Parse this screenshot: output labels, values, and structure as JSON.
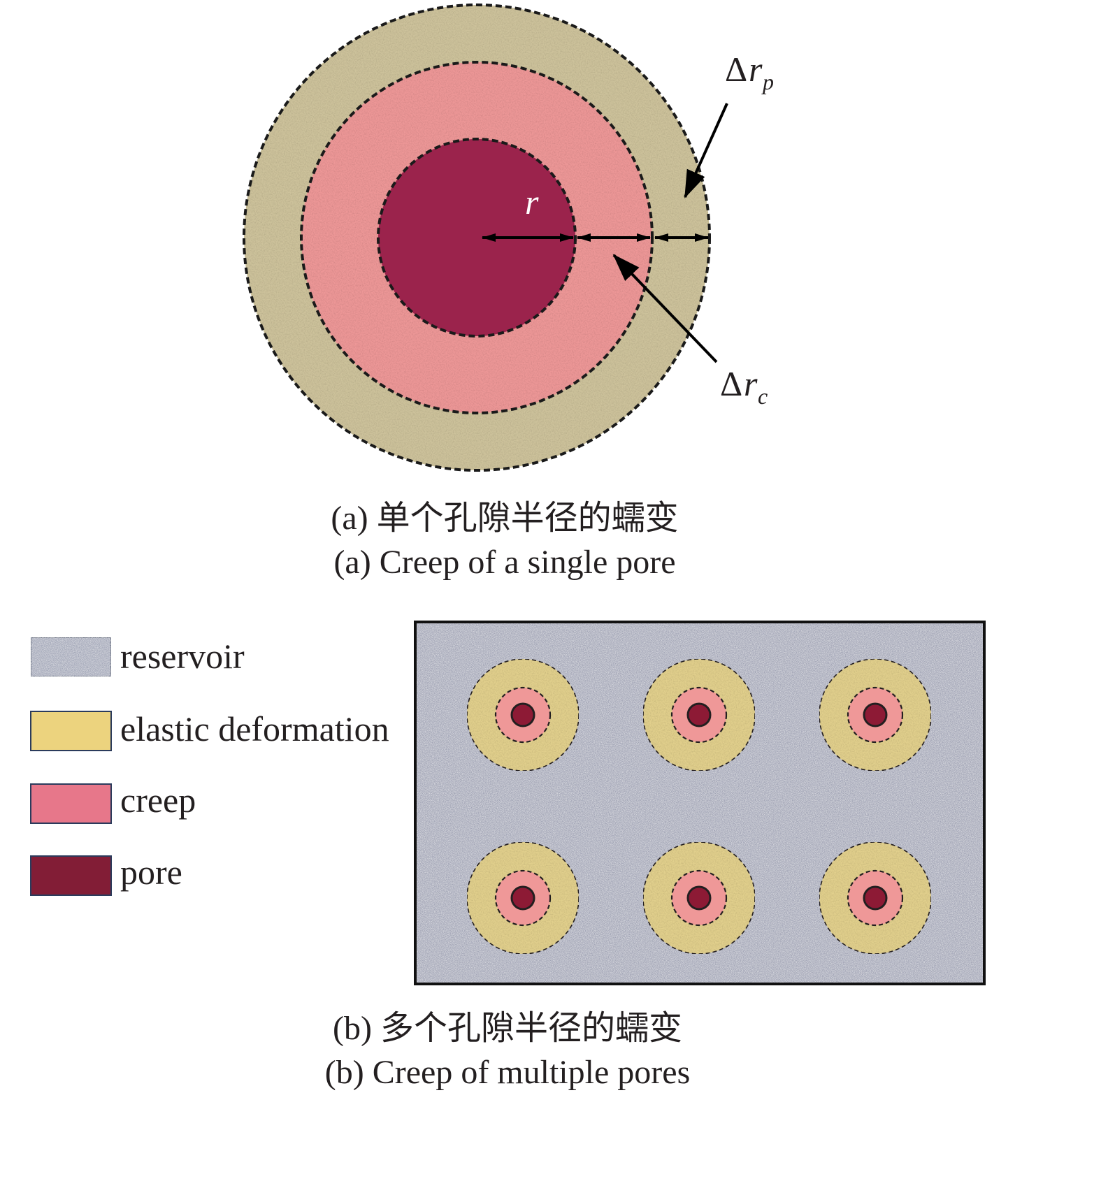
{
  "panel_a": {
    "labels": {
      "radius": "r",
      "delta_symbol": "Δ",
      "delta_rp_main": "r",
      "delta_rp_sub": "p",
      "delta_rc_main": "r",
      "delta_rc_sub": "c"
    },
    "caption_zh": "(a) 单个孔隙半径的蠕变",
    "caption_en": "(a) Creep of a single pore"
  },
  "legend": {
    "items": [
      {
        "label": "reservoir",
        "color": "#9a9fb2"
      },
      {
        "label": "elastic deformation",
        "color": "#ecd37e"
      },
      {
        "label": "creep",
        "color": "#e7778a"
      },
      {
        "label": "pore",
        "color": "#821d36"
      }
    ]
  },
  "panel_b": {
    "pore_grid": {
      "rows": 2,
      "columns": 3
    },
    "caption_zh": "(b) 多个孔隙半径的蠕变",
    "caption_en": "(b) Creep of multiple pores"
  },
  "colors": {
    "ring_outer_a": "#cdc29b",
    "ring_middle_a": "#ed9797",
    "core_a": "#9b234c",
    "ring_outer_b": "#e1cf8c",
    "ring_middle_b": "#ef9898",
    "core_b": "#8d1a35",
    "reservoir_fill": "#8c8e98",
    "ink": "#231f20"
  }
}
